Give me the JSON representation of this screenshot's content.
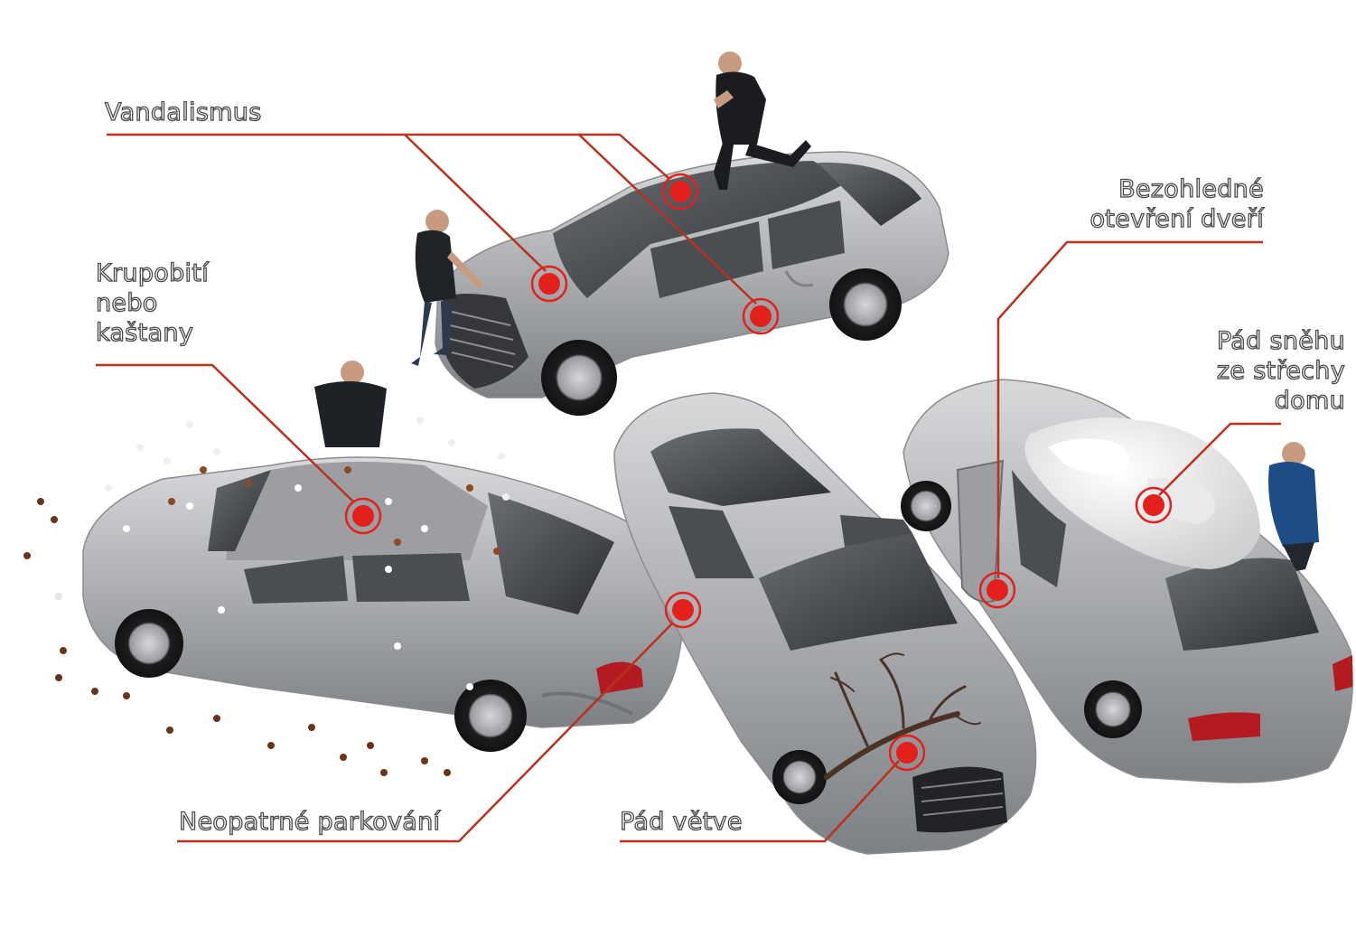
{
  "labels": {
    "vandalism": "Vandalismus",
    "hail": [
      "Krupobití",
      "nebo",
      "kaštany"
    ],
    "careless_parking": "Neopatrné parkování",
    "falling_branch": "Pád větve",
    "door_opening": [
      "Bezohledné",
      "otevření dveří"
    ],
    "snow_fall": [
      "Pád sněhu",
      "ze střechy",
      "domu"
    ]
  },
  "colors": {
    "leader_line": "#b8321c",
    "hotspot": "#e3201b",
    "car_body": "#a9abae",
    "car_glass": "#3c3f44",
    "tail_light": "#b31b20",
    "hail_white": "#f0eef2",
    "chestnut": "#6a3419",
    "snow": "#f4f4f4"
  },
  "icons": [
    "car-illustration",
    "person-figure",
    "hotspot-marker",
    "tree-branch",
    "snow-pile"
  ]
}
